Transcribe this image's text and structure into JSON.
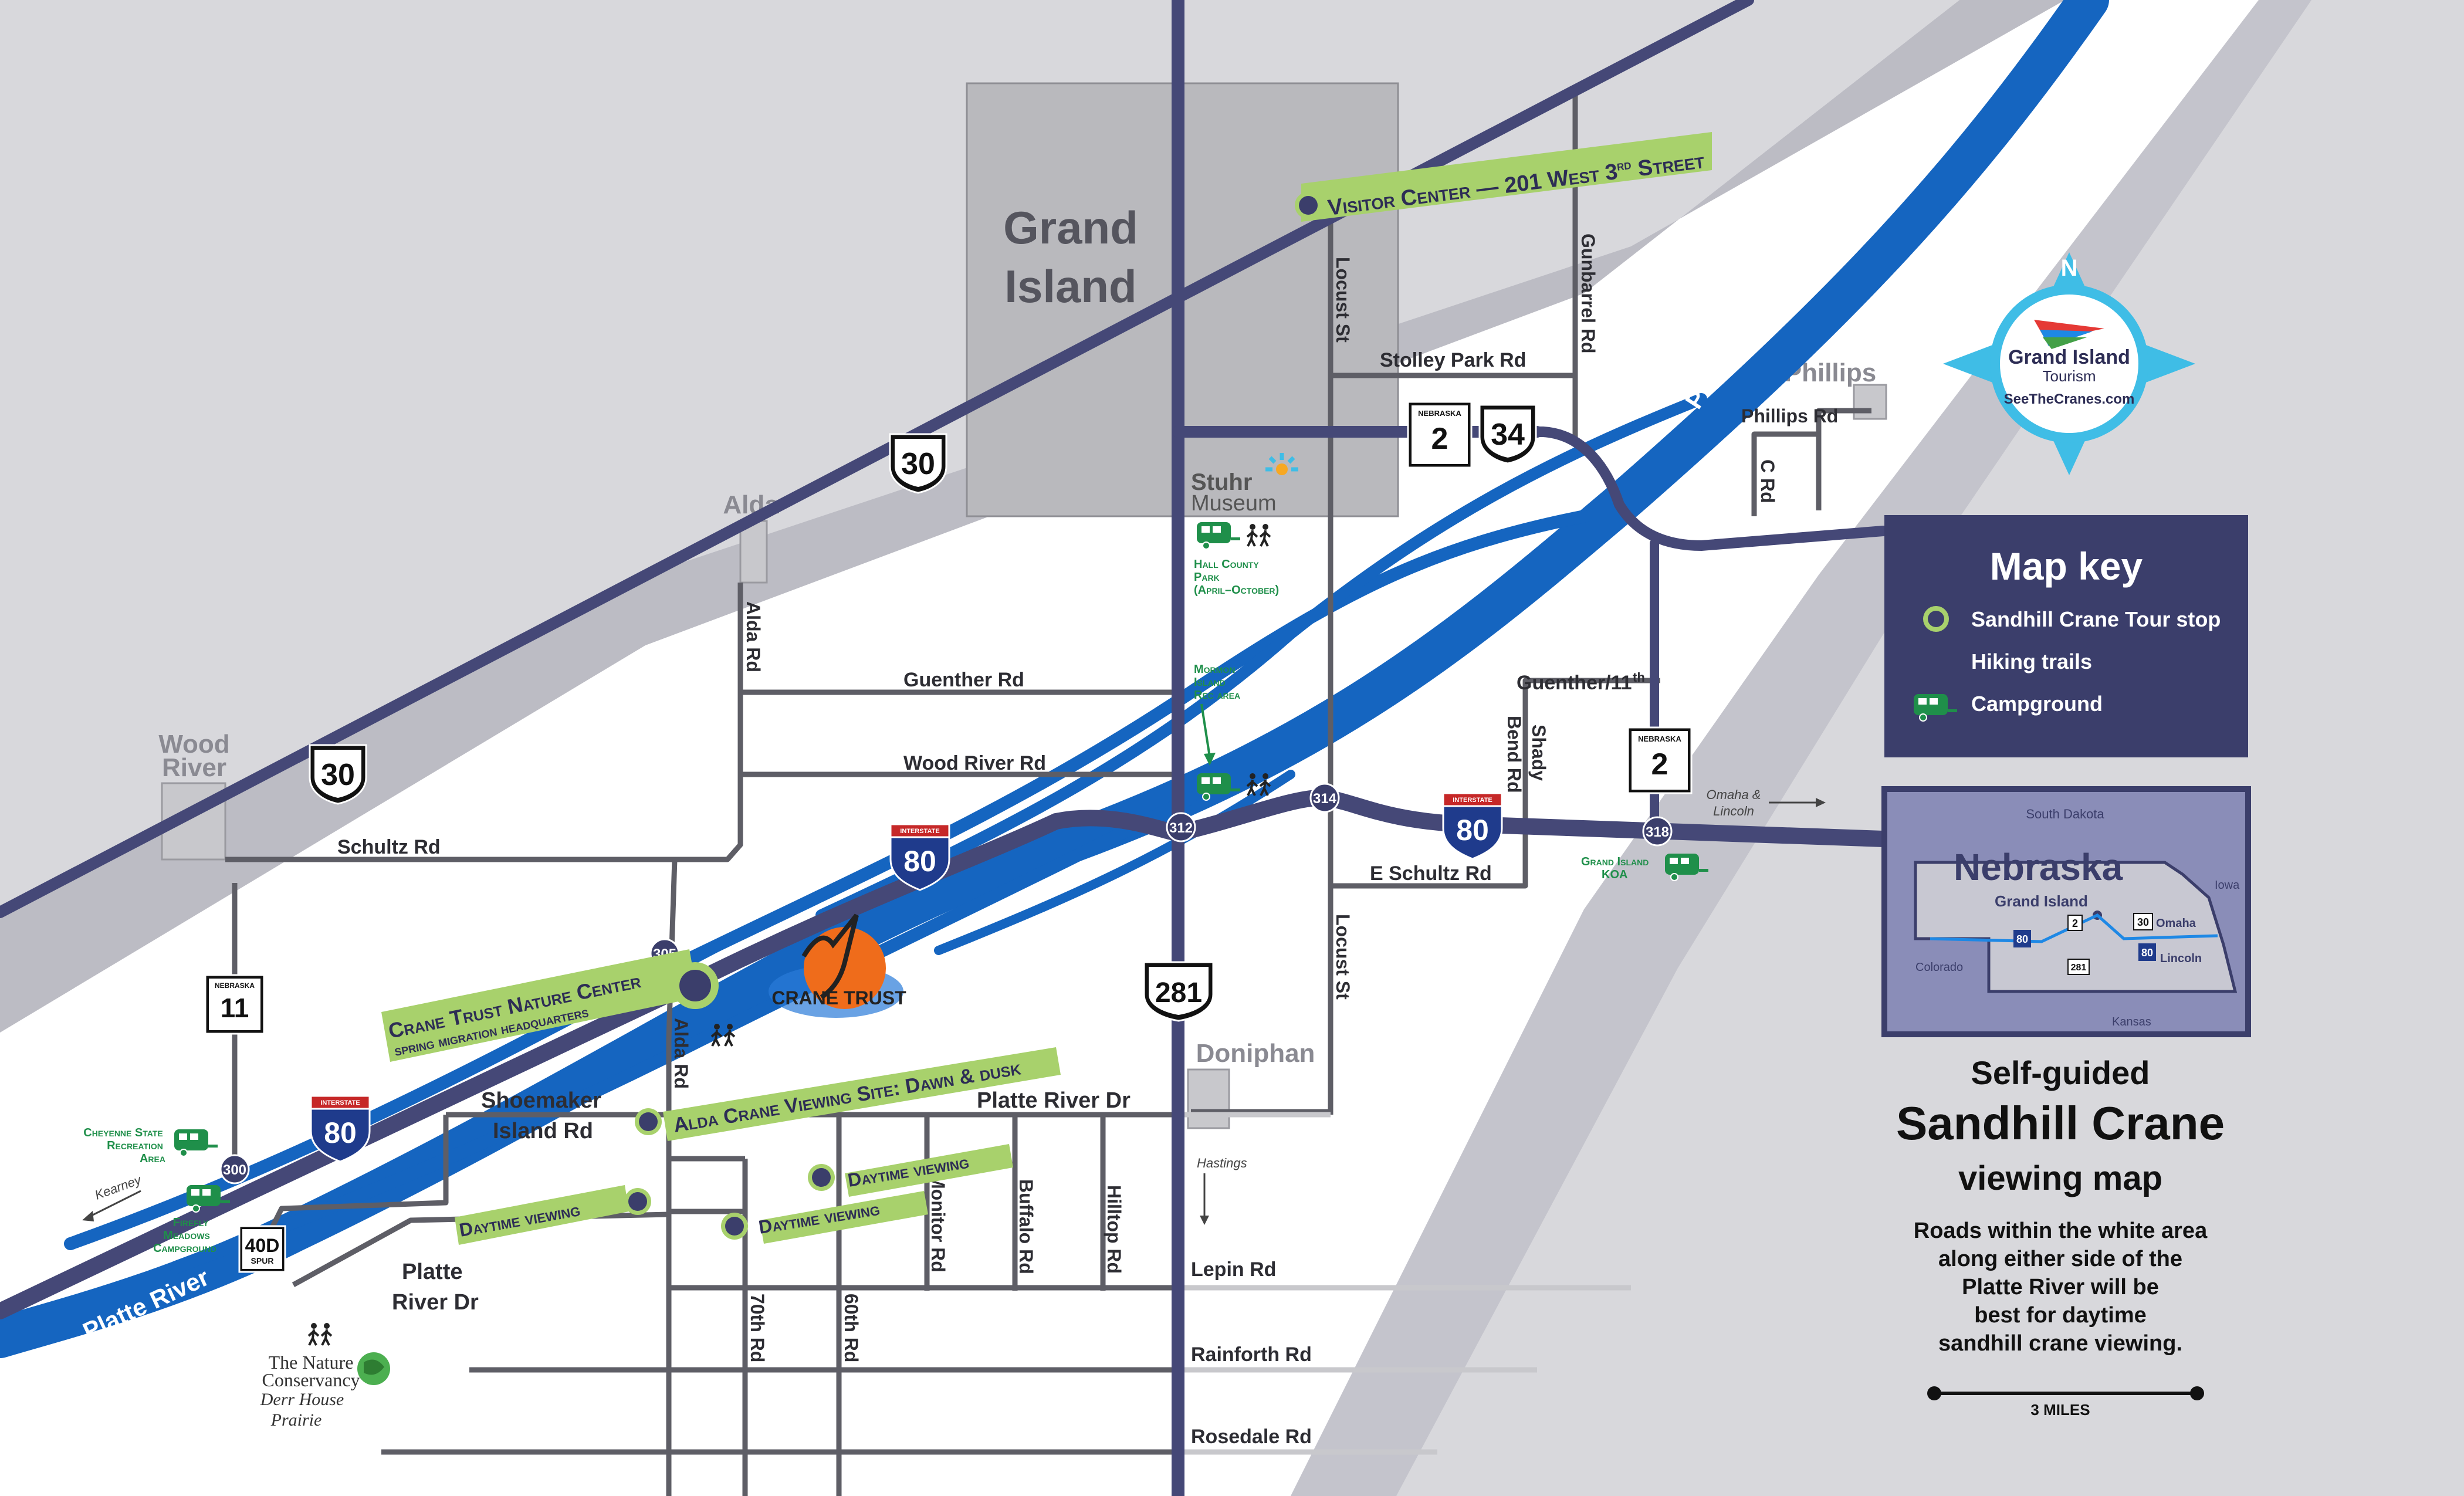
{
  "cities": {
    "grand_island_line1": "Grand",
    "grand_island_line2": "Island",
    "alda": "Alda",
    "wood_river_line1": "Wood",
    "wood_river_line2": "River",
    "phillips": "Phillips",
    "doniphan": "Doniphan"
  },
  "rivers": {
    "platte_upper": "Platte River",
    "platte_lower": "Platte River"
  },
  "roads": {
    "stolley_park": "Stolley Park Rd",
    "locust_st_upper": "Locust St",
    "locust_st_lower": "Locust St",
    "gunbarrel": "Gunbarrel Rd",
    "phillips_rd": "Phillips Rd",
    "c_rd": "C Rd",
    "alda_rd_upper": "Alda Rd",
    "alda_rd_lower": "Alda Rd",
    "guenther": "Guenther Rd",
    "guenther_11th": "Guenther/11",
    "guenther_11th_sup": "th",
    "wood_river_rd": "Wood River Rd",
    "schultz": "Schultz Rd",
    "e_schultz": "E Schultz Rd",
    "shady_bend_1": "Shady",
    "shady_bend_2": "Bend Rd",
    "shoemaker_1": "Shoemaker",
    "shoemaker_2": "Island Rd",
    "platte_river_dr": "Platte River Dr",
    "platte_1": "Platte",
    "platte_2": "River Dr",
    "monitor": "Monitor Rd",
    "buffalo": "Buffalo Rd",
    "hilltop": "Hilltop Rd",
    "rd70": "70th Rd",
    "rd60": "60th Rd",
    "lepin": "Lepin Rd",
    "rainforth": "Rainforth Rd",
    "rosedale": "Rosedale Rd"
  },
  "shields": {
    "us30_a": "30",
    "us30_b": "30",
    "us34": "34",
    "us281": "281",
    "ne2_a": "2",
    "ne2_b": "2",
    "ne11": "11",
    "nebraska": "NEBRASKA",
    "i80_a": "80",
    "i80_b": "80",
    "i80_c": "80",
    "interstate": "INTERSTATE",
    "spur40": "40D",
    "spur_label": "SPUR"
  },
  "exits": [
    "300",
    "305",
    "312",
    "314",
    "318"
  ],
  "tour_stops": {
    "visitor_center": "Visitor Center — 201 West 3",
    "visitor_center_sup": "rd",
    "visitor_center_end": " Street",
    "crane_trust_1": "Crane Trust Nature Center",
    "crane_trust_2": "spring migration headquarters",
    "alda_site": "Alda Crane Viewing Site: Dawn & dusk",
    "daytime_1": "Daytime viewing",
    "daytime_2": "Daytime viewing",
    "daytime_3": "Daytime viewing"
  },
  "places": {
    "stuhr_1": "Stuhr",
    "stuhr_2": "Museum",
    "hall_county_1": "Hall County",
    "hall_county_2": "Park",
    "hall_county_3": "(April–October)",
    "mormon_1": "Mormon",
    "mormon_2": "Island",
    "mormon_3": "Rec area",
    "gi_koa_1": "Grand Island",
    "gi_koa_2": "KOA",
    "cheyenne_1": "Cheyenne State",
    "cheyenne_2": "Recreation",
    "cheyenne_3": "Area",
    "firefly_1": "Firefly",
    "firefly_2": "Meadows",
    "firefly_3": "Campground",
    "crane_trust_logo": "CRANE TRUST",
    "tnc_1": "The Nature",
    "tnc_2": "Conservancy",
    "derr_1": "Derr House",
    "derr_2": "Prairie",
    "omaha_lincoln_1": "Omaha &",
    "omaha_lincoln_2": "Lincoln",
    "kearney": "Kearney",
    "hastings": "Hastings"
  },
  "compass": {
    "north": "N",
    "brand_1": "Grand Island",
    "brand_2": "Tourism",
    "url": "SeeTheCranes.com"
  },
  "legend": {
    "title": "Map key",
    "tour_stop": "Sandhill Crane Tour stop",
    "hiking": "Hiking trails",
    "campground": "Campground"
  },
  "inset": {
    "state": "Nebraska",
    "south_dakota": "South Dakota",
    "iowa": "Iowa",
    "colorado": "Colorado",
    "kansas": "Kansas",
    "grand_island": "Grand Island",
    "omaha": "Omaha",
    "lincoln": "Lincoln",
    "i80a": "80",
    "i80b": "80",
    "r2": "2",
    "r30": "30",
    "r281": "281"
  },
  "title_block": {
    "line1": "Self-guided",
    "line2": "Sandhill Crane",
    "line3": "viewing map",
    "desc1": "Roads within the white area",
    "desc2": "along either side of the",
    "desc3": "Platte River will be",
    "desc4": "best for daytime",
    "desc5": "sandhill crane viewing.",
    "scale": "3 MILES"
  },
  "colors": {
    "background": "#d8d8dc",
    "white_band": "#ffffff",
    "gray_band": "#b8b8c0",
    "river": "#1565c0",
    "major_road": "#454877",
    "road": "#5e5e66",
    "navy_panel": "#3b3e6b",
    "tour_green": "#a8d16c",
    "camp_green": "#1f8f4a"
  }
}
